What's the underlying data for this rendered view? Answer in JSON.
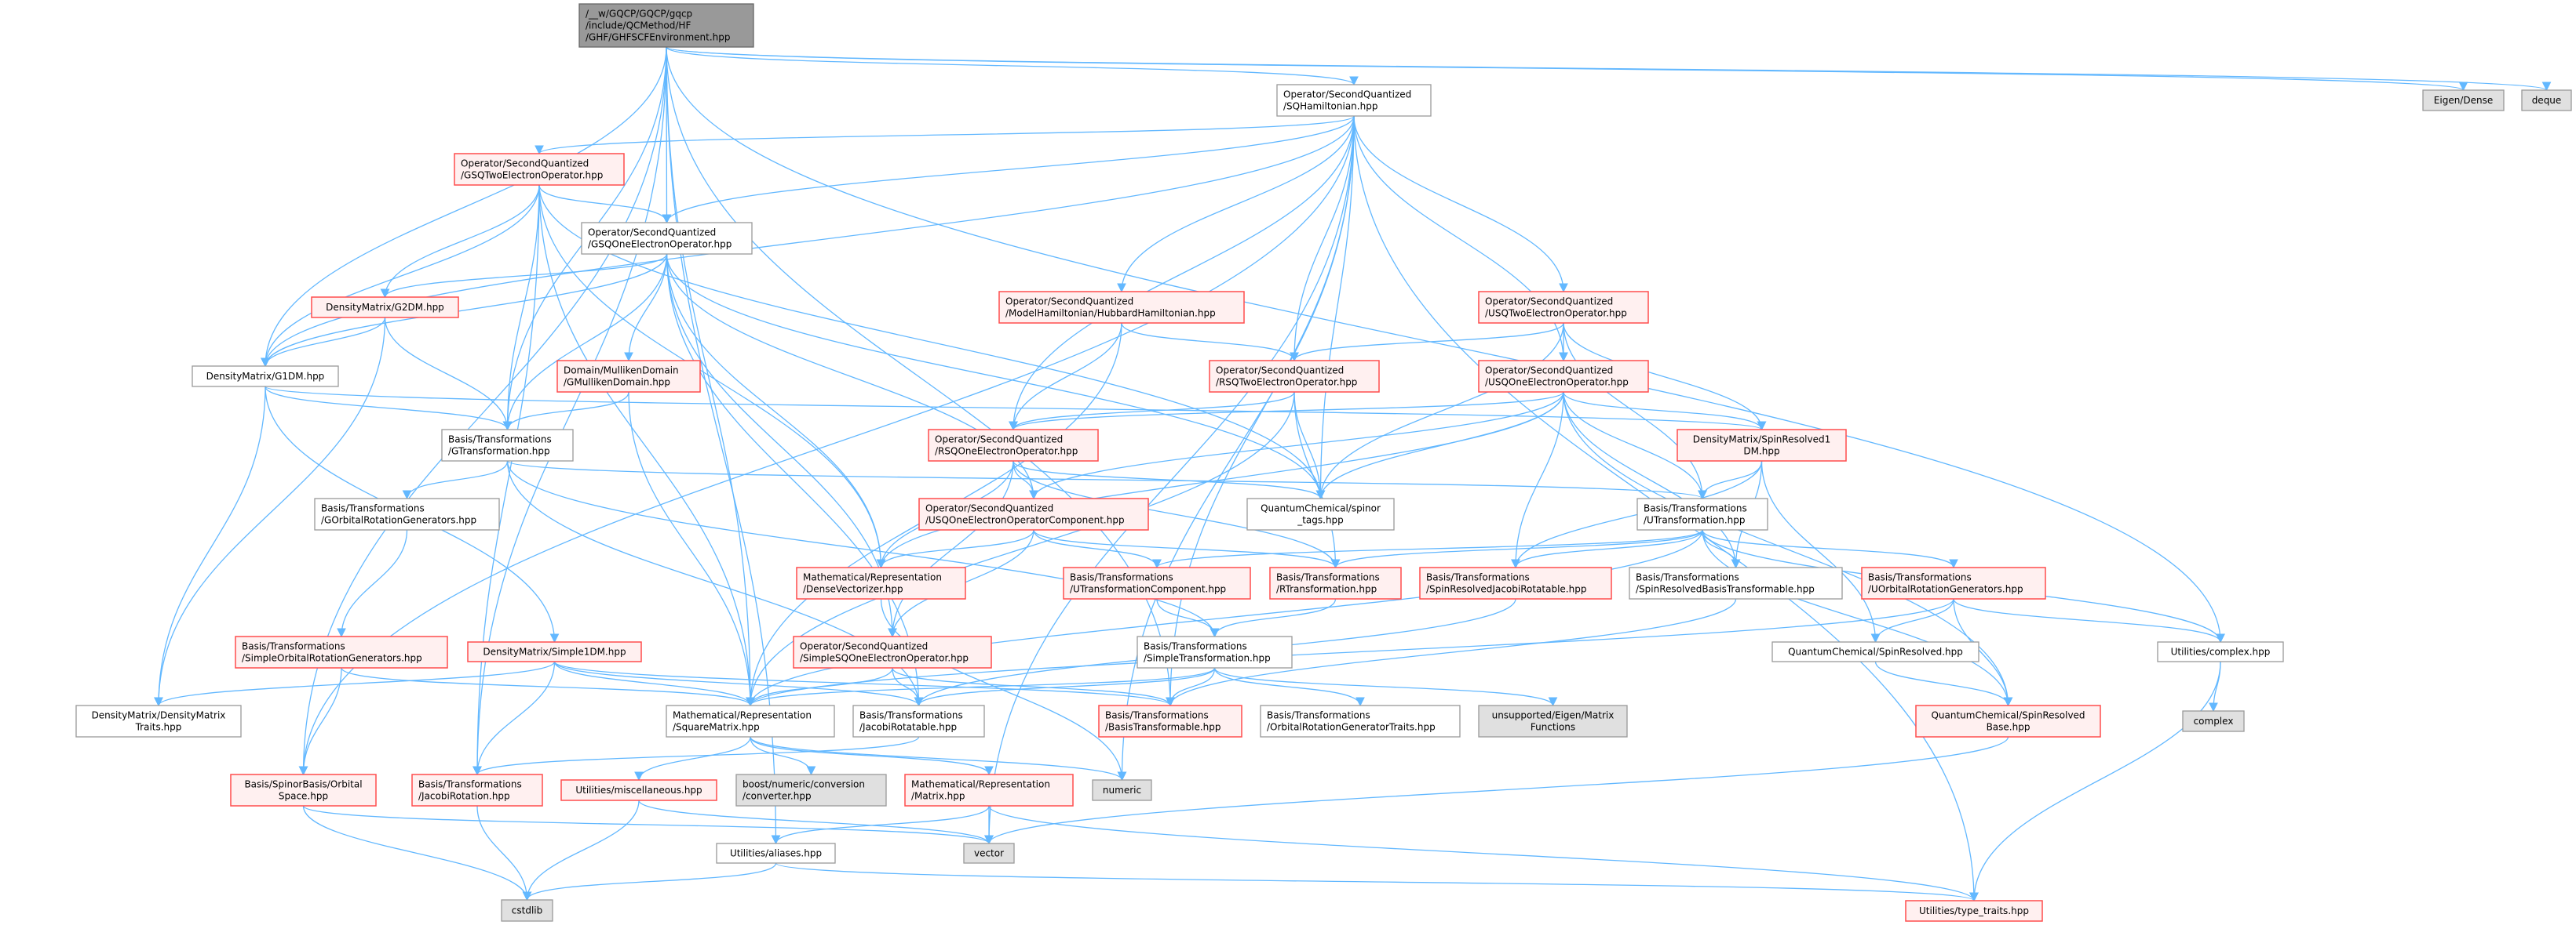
{
  "colors": {
    "edge": "#63b8ff",
    "root_fill": "#999999",
    "root_border": "#666666",
    "red_border": "#ff4d4d",
    "red_fill": "#fff0f0",
    "white_border": "#999999",
    "gray_fill": "#e0e0e0"
  },
  "nodes": [
    {
      "id": "root",
      "kind": "root",
      "lines": [
        "/__w/GQCP/GQCP/gqcp",
        "/include/QCMethod/HF",
        "/GHF/GHFSCFEnvironment.hpp"
      ]
    },
    {
      "id": "sqham",
      "kind": "white",
      "lines": [
        "Operator/SecondQuantized",
        "/SQHamiltonian.hpp"
      ]
    },
    {
      "id": "eigendense",
      "kind": "gray",
      "lines": [
        "Eigen/Dense"
      ]
    },
    {
      "id": "deque",
      "kind": "gray",
      "lines": [
        "deque"
      ]
    },
    {
      "id": "gsqtwo",
      "kind": "red",
      "lines": [
        "Operator/SecondQuantized",
        "/GSQTwoElectronOperator.hpp"
      ]
    },
    {
      "id": "gsqone",
      "kind": "white",
      "lines": [
        "Operator/SecondQuantized",
        "/GSQOneElectronOperator.hpp"
      ]
    },
    {
      "id": "hubbard",
      "kind": "red",
      "lines": [
        "Operator/SecondQuantized",
        "/ModelHamiltonian/HubbardHamiltonian.hpp"
      ]
    },
    {
      "id": "usqtwo",
      "kind": "red",
      "lines": [
        "Operator/SecondQuantized",
        "/USQTwoElectronOperator.hpp"
      ]
    },
    {
      "id": "g2dm",
      "kind": "red",
      "lines": [
        "DensityMatrix/G2DM.hpp"
      ]
    },
    {
      "id": "rsqtwo",
      "kind": "red",
      "lines": [
        "Operator/SecondQuantized",
        "/RSQTwoElectronOperator.hpp"
      ]
    },
    {
      "id": "usqone",
      "kind": "red",
      "lines": [
        "Operator/SecondQuantized",
        "/USQOneElectronOperator.hpp"
      ]
    },
    {
      "id": "g1dm",
      "kind": "white",
      "lines": [
        "DensityMatrix/G1DM.hpp"
      ]
    },
    {
      "id": "gmulliken",
      "kind": "red",
      "lines": [
        "Domain/MullikenDomain",
        "/GMullikenDomain.hpp"
      ]
    },
    {
      "id": "gtrans",
      "kind": "white",
      "lines": [
        "Basis/Transformations",
        "/GTransformation.hpp"
      ]
    },
    {
      "id": "rsqone",
      "kind": "red",
      "lines": [
        "Operator/SecondQuantized",
        "/RSQOneElectronOperator.hpp"
      ]
    },
    {
      "id": "sr1dm",
      "kind": "red",
      "lines": [
        "DensityMatrix/SpinResolved1",
        "DM.hpp"
      ]
    },
    {
      "id": "gorg",
      "kind": "white",
      "lines": [
        "Basis/Transformations",
        "/GOrbitalRotationGenerators.hpp"
      ]
    },
    {
      "id": "usqonecomp",
      "kind": "red",
      "lines": [
        "Operator/SecondQuantized",
        "/USQOneElectronOperatorComponent.hpp"
      ]
    },
    {
      "id": "spinortags",
      "kind": "white",
      "lines": [
        "QuantumChemical/spinor",
        "_tags.hpp"
      ]
    },
    {
      "id": "utrans",
      "kind": "white",
      "lines": [
        "Basis/Transformations",
        "/UTransformation.hpp"
      ]
    },
    {
      "id": "densevec",
      "kind": "red",
      "lines": [
        "Mathematical/Representation",
        "/DenseVectorizer.hpp"
      ]
    },
    {
      "id": "utranscomp",
      "kind": "red",
      "lines": [
        "Basis/Transformations",
        "/UTransformationComponent.hpp"
      ]
    },
    {
      "id": "rtrans",
      "kind": "red",
      "lines": [
        "Basis/Transformations",
        "/RTransformation.hpp"
      ]
    },
    {
      "id": "srjacobi",
      "kind": "red",
      "lines": [
        "Basis/Transformations",
        "/SpinResolvedJacobiRotatable.hpp"
      ]
    },
    {
      "id": "srbasis",
      "kind": "white",
      "lines": [
        "Basis/Transformations",
        "/SpinResolvedBasisTransformable.hpp"
      ]
    },
    {
      "id": "uorg",
      "kind": "red",
      "lines": [
        "Basis/Transformations",
        "/UOrbitalRotationGenerators.hpp"
      ]
    },
    {
      "id": "sorg",
      "kind": "red",
      "lines": [
        "Basis/Transformations",
        "/SimpleOrbitalRotationGenerators.hpp"
      ]
    },
    {
      "id": "simple1dm",
      "kind": "red",
      "lines": [
        "DensityMatrix/Simple1DM.hpp"
      ]
    },
    {
      "id": "simplesqone",
      "kind": "red",
      "lines": [
        "Operator/SecondQuantized",
        "/SimpleSQOneElectronOperator.hpp"
      ]
    },
    {
      "id": "simpletrans",
      "kind": "white",
      "lines": [
        "Basis/Transformations",
        "/SimpleTransformation.hpp"
      ]
    },
    {
      "id": "spinresolved",
      "kind": "white",
      "lines": [
        "QuantumChemical/SpinResolved.hpp"
      ]
    },
    {
      "id": "complexhpp",
      "kind": "white",
      "lines": [
        "Utilities/complex.hpp"
      ]
    },
    {
      "id": "dmtraits",
      "kind": "white",
      "lines": [
        "DensityMatrix/DensityMatrix",
        "Traits.hpp"
      ]
    },
    {
      "id": "squarematrix",
      "kind": "white",
      "lines": [
        "Mathematical/Representation",
        "/SquareMatrix.hpp"
      ]
    },
    {
      "id": "jacobirotatable",
      "kind": "white",
      "lines": [
        "Basis/Transformations",
        "/JacobiRotatable.hpp"
      ]
    },
    {
      "id": "basistransformable",
      "kind": "red",
      "lines": [
        "Basis/Transformations",
        "/BasisTransformable.hpp"
      ]
    },
    {
      "id": "orgtraits",
      "kind": "white",
      "lines": [
        "Basis/Transformations",
        "/OrbitalRotationGeneratorTraits.hpp"
      ]
    },
    {
      "id": "matfunc",
      "kind": "gray",
      "lines": [
        "unsupported/Eigen/Matrix",
        "Functions"
      ]
    },
    {
      "id": "srbase",
      "kind": "red",
      "lines": [
        "QuantumChemical/SpinResolved",
        "Base.hpp"
      ]
    },
    {
      "id": "complex",
      "kind": "gray",
      "lines": [
        "complex"
      ]
    },
    {
      "id": "orbitalspace",
      "kind": "red",
      "lines": [
        "Basis/SpinorBasis/Orbital",
        "Space.hpp"
      ]
    },
    {
      "id": "jacobirotation",
      "kind": "red",
      "lines": [
        "Basis/Transformations",
        "/JacobiRotation.hpp"
      ]
    },
    {
      "id": "misc",
      "kind": "red",
      "lines": [
        "Utilities/miscellaneous.hpp"
      ]
    },
    {
      "id": "boost",
      "kind": "gray",
      "lines": [
        "boost/numeric/conversion",
        "/converter.hpp"
      ]
    },
    {
      "id": "matrix",
      "kind": "red",
      "lines": [
        "Mathematical/Representation",
        "/Matrix.hpp"
      ]
    },
    {
      "id": "numeric",
      "kind": "gray",
      "lines": [
        "numeric"
      ]
    },
    {
      "id": "aliases",
      "kind": "white",
      "lines": [
        "Utilities/aliases.hpp"
      ]
    },
    {
      "id": "vector",
      "kind": "gray",
      "lines": [
        "vector"
      ]
    },
    {
      "id": "cstdlib",
      "kind": "gray",
      "lines": [
        "cstdlib"
      ]
    },
    {
      "id": "typetraits",
      "kind": "red",
      "lines": [
        "Utilities/type_traits.hpp"
      ]
    }
  ],
  "edges": [
    [
      "root",
      "sqham"
    ],
    [
      "root",
      "eigendense"
    ],
    [
      "root",
      "deque"
    ],
    [
      "root",
      "gsqone"
    ],
    [
      "root",
      "g1dm"
    ],
    [
      "root",
      "gtrans"
    ],
    [
      "root",
      "squarematrix"
    ],
    [
      "root",
      "jacobirotation"
    ],
    [
      "root",
      "orbitalspace"
    ],
    [
      "root",
      "aliases"
    ],
    [
      "root",
      "complexhpp"
    ],
    [
      "root",
      "basistransformable"
    ],
    [
      "sqham",
      "gsqtwo"
    ],
    [
      "sqham",
      "gsqone"
    ],
    [
      "sqham",
      "hubbard"
    ],
    [
      "sqham",
      "rsqtwo"
    ],
    [
      "sqham",
      "rsqone"
    ],
    [
      "sqham",
      "usqtwo"
    ],
    [
      "sqham",
      "usqone"
    ],
    [
      "sqham",
      "spinortags"
    ],
    [
      "sqham",
      "typetraits"
    ],
    [
      "sqham",
      "vector"
    ],
    [
      "sqham",
      "numeric"
    ],
    [
      "sqham",
      "orbitalspace"
    ],
    [
      "sqham",
      "basistransformable"
    ],
    [
      "sqham",
      "g1dm"
    ],
    [
      "gsqtwo",
      "gsqone"
    ],
    [
      "gsqtwo",
      "g2dm"
    ],
    [
      "gsqtwo",
      "g1dm"
    ],
    [
      "gsqtwo",
      "gtrans"
    ],
    [
      "gsqtwo",
      "densevec"
    ],
    [
      "gsqtwo",
      "spinortags"
    ],
    [
      "gsqtwo",
      "jacobirotation"
    ],
    [
      "gsqtwo",
      "squarematrix"
    ],
    [
      "gsqone",
      "g1dm"
    ],
    [
      "gsqone",
      "g2dm"
    ],
    [
      "gsqone",
      "gmulliken"
    ],
    [
      "gsqone",
      "gtrans"
    ],
    [
      "gsqone",
      "densevec"
    ],
    [
      "gsqone",
      "usqonecomp"
    ],
    [
      "gsqone",
      "spinortags"
    ],
    [
      "gsqone",
      "jacobirotatable"
    ],
    [
      "gsqone",
      "simplesqone"
    ],
    [
      "g2dm",
      "g1dm"
    ],
    [
      "g2dm",
      "gtrans"
    ],
    [
      "g2dm",
      "dmtraits"
    ],
    [
      "g1dm",
      "gtrans"
    ],
    [
      "g1dm",
      "dmtraits"
    ],
    [
      "g1dm",
      "simple1dm"
    ],
    [
      "g1dm",
      "sr1dm"
    ],
    [
      "gmulliken",
      "gtrans"
    ],
    [
      "gmulliken",
      "squarematrix"
    ],
    [
      "gtrans",
      "gorg"
    ],
    [
      "gtrans",
      "utrans"
    ],
    [
      "gtrans",
      "simpletrans"
    ],
    [
      "gtrans",
      "jacobirotatable"
    ],
    [
      "gorg",
      "sorg"
    ],
    [
      "sorg",
      "orbitalspace"
    ],
    [
      "sorg",
      "squarematrix"
    ],
    [
      "simple1dm",
      "dmtraits"
    ],
    [
      "simple1dm",
      "squarematrix"
    ],
    [
      "simple1dm",
      "jacobirotation"
    ],
    [
      "simple1dm",
      "jacobirotatable"
    ],
    [
      "simple1dm",
      "basistransformable"
    ],
    [
      "hubbard",
      "rsqtwo"
    ],
    [
      "hubbard",
      "rsqone"
    ],
    [
      "hubbard",
      "squarematrix"
    ],
    [
      "usqtwo",
      "rsqtwo"
    ],
    [
      "usqtwo",
      "usqone"
    ],
    [
      "usqtwo",
      "spinortags"
    ],
    [
      "usqtwo",
      "sr1dm"
    ],
    [
      "usqtwo",
      "utrans"
    ],
    [
      "rsqtwo",
      "rsqone"
    ],
    [
      "rsqtwo",
      "spinortags"
    ],
    [
      "rsqtwo",
      "rtrans"
    ],
    [
      "rsqtwo",
      "squarematrix"
    ],
    [
      "usqone",
      "rsqone"
    ],
    [
      "usqone",
      "usqonecomp"
    ],
    [
      "usqone",
      "spinortags"
    ],
    [
      "usqone",
      "sr1dm"
    ],
    [
      "usqone",
      "utrans"
    ],
    [
      "usqone",
      "srjacobi"
    ],
    [
      "usqone",
      "srbasis"
    ],
    [
      "usqone",
      "densevec"
    ],
    [
      "usqone",
      "srbase"
    ],
    [
      "rsqone",
      "usqonecomp"
    ],
    [
      "rsqone",
      "spinortags"
    ],
    [
      "rsqone",
      "densevec"
    ],
    [
      "rsqone",
      "rtrans"
    ],
    [
      "rsqone",
      "simplesqone"
    ],
    [
      "sr1dm",
      "utrans"
    ],
    [
      "sr1dm",
      "srjacobi"
    ],
    [
      "sr1dm",
      "srbasis"
    ],
    [
      "sr1dm",
      "spinresolved"
    ],
    [
      "usqonecomp",
      "densevec"
    ],
    [
      "usqonecomp",
      "utranscomp"
    ],
    [
      "usqonecomp",
      "simplesqone"
    ],
    [
      "usqonecomp",
      "rtrans"
    ],
    [
      "utrans",
      "utranscomp"
    ],
    [
      "utrans",
      "rtrans"
    ],
    [
      "utrans",
      "srjacobi"
    ],
    [
      "utrans",
      "srbasis"
    ],
    [
      "utrans",
      "uorg"
    ],
    [
      "utrans",
      "complexhpp"
    ],
    [
      "utrans",
      "srbase"
    ],
    [
      "utrans",
      "squarematrix"
    ],
    [
      "densevec",
      "numeric"
    ],
    [
      "utranscomp",
      "simpletrans"
    ],
    [
      "rtrans",
      "simpletrans"
    ],
    [
      "srjacobi",
      "jacobirotatable"
    ],
    [
      "srbasis",
      "basistransformable"
    ],
    [
      "uorg",
      "spinresolved"
    ],
    [
      "uorg",
      "srbase"
    ],
    [
      "uorg",
      "complexhpp"
    ],
    [
      "uorg",
      "squarematrix"
    ],
    [
      "simplesqone",
      "squarematrix"
    ],
    [
      "simplesqone",
      "jacobirotatable"
    ],
    [
      "simplesqone",
      "basistransformable"
    ],
    [
      "simpletrans",
      "squarematrix"
    ],
    [
      "simpletrans",
      "jacobirotatable"
    ],
    [
      "simpletrans",
      "basistransformable"
    ],
    [
      "simpletrans",
      "orgtraits"
    ],
    [
      "simpletrans",
      "matfunc"
    ],
    [
      "spinresolved",
      "srbase"
    ],
    [
      "srbase",
      "vector"
    ],
    [
      "complexhpp",
      "complex"
    ],
    [
      "complexhpp",
      "typetraits"
    ],
    [
      "squarematrix",
      "misc"
    ],
    [
      "squarematrix",
      "boost"
    ],
    [
      "squarematrix",
      "matrix"
    ],
    [
      "squarematrix",
      "numeric"
    ],
    [
      "jacobirotatable",
      "jacobirotation"
    ],
    [
      "jacobirotation",
      "cstdlib"
    ],
    [
      "orbitalspace",
      "cstdlib"
    ],
    [
      "orbitalspace",
      "vector"
    ],
    [
      "misc",
      "cstdlib"
    ],
    [
      "misc",
      "vector"
    ],
    [
      "matrix",
      "aliases"
    ],
    [
      "matrix",
      "vector"
    ],
    [
      "matrix",
      "typetraits"
    ],
    [
      "aliases",
      "cstdlib"
    ],
    [
      "aliases",
      "typetraits"
    ]
  ]
}
